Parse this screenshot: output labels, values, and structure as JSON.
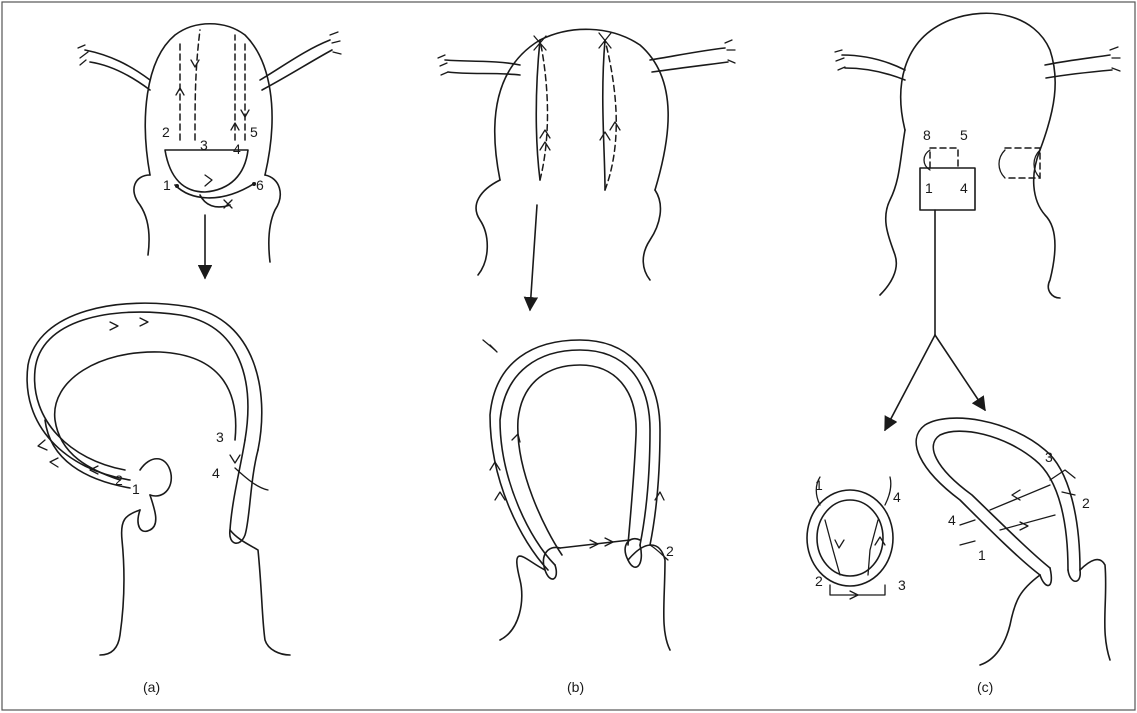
{
  "panels": [
    {
      "caption": "(a)",
      "top_labels": [
        "1",
        "2",
        "3",
        "4",
        "5",
        "6"
      ],
      "bottom_labels": [
        "1",
        "2",
        "3",
        "4"
      ]
    },
    {
      "caption": "(b)",
      "bottom_labels": [
        "2"
      ]
    },
    {
      "caption": "(c)",
      "top_labels": [
        "8",
        "5",
        "1",
        "4"
      ],
      "ring_labels": [
        "1",
        "4",
        "2",
        "3"
      ],
      "loop_labels": [
        "3",
        "2",
        "4",
        "1"
      ]
    }
  ],
  "colors": {
    "line": "#1a1a1a",
    "frame": "#555555",
    "background": "#ffffff"
  }
}
